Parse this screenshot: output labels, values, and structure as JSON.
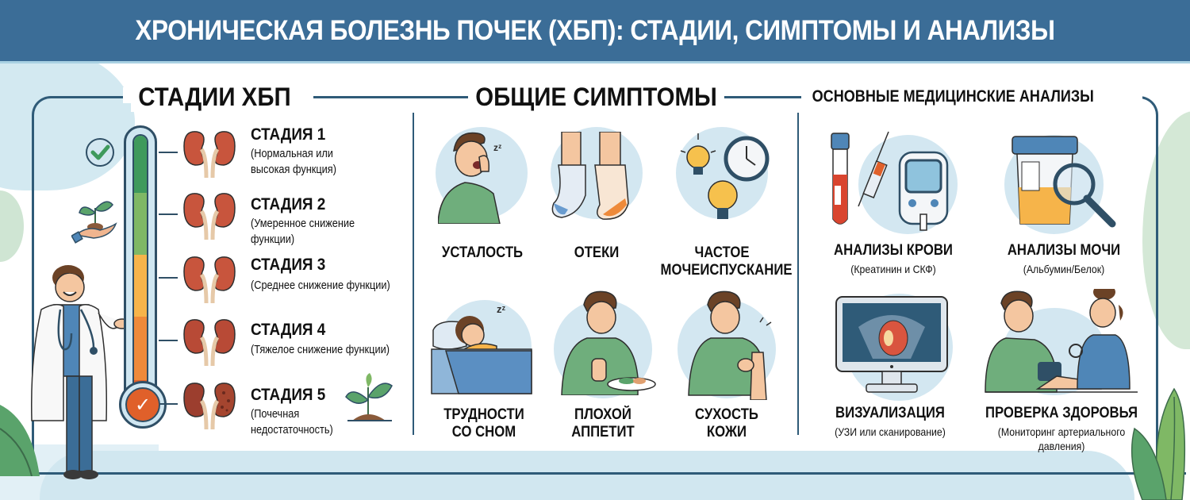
{
  "header": {
    "title": "ХРОНИЧЕСКАЯ БОЛЕЗНЬ ПОЧЕК (ХБП): СТАДИИ, СИМПТОМЫ И АНАЛИЗЫ",
    "background": "#3b6d97"
  },
  "stages": {
    "title": "СТАДИИ ХБП",
    "thermometer_colors": [
      "#3f9a5c",
      "#7fb865",
      "#f6b44a",
      "#ee8a3a",
      "#e0602a"
    ],
    "items": [
      {
        "label": "СТАДИЯ 1",
        "desc_line1": "(Нормальная или",
        "desc_line2": "высокая функция)"
      },
      {
        "label": "СТАДИЯ 2",
        "desc_line1": "(Умеренное снижение",
        "desc_line2": "функции)"
      },
      {
        "label": "СТАДИЯ 3",
        "desc_line1": "(Среднее снижение функции)",
        "desc_line2": ""
      },
      {
        "label": "СТАДИЯ 4",
        "desc_line1": "(Тяжелое снижение функции)",
        "desc_line2": ""
      },
      {
        "label": "СТАДИЯ 5",
        "desc_line1": "(Почечная",
        "desc_line2": "недостаточность)"
      }
    ],
    "side_icons": [
      "checkmark-icon",
      "hand-sprout-icon",
      "doctor-illustration"
    ]
  },
  "symptoms": {
    "title": "ОБЩИЕ СИМПТОМЫ",
    "items": [
      {
        "line1": "УСТАЛОСТЬ",
        "line2": "",
        "icon": "yawning-person-icon"
      },
      {
        "line1": "ОТЕКИ",
        "line2": "",
        "icon": "swollen-feet-icon"
      },
      {
        "line1": "ЧАСТОЕ",
        "line2": "МОЧЕИСПУСКАНИЕ",
        "icon": "lightbulb-clock-icon"
      },
      {
        "line1": "ТРУДНОСТИ",
        "line2": "СО СНОМ",
        "icon": "sleeping-person-icon"
      },
      {
        "line1": "ПЛОХОЙ",
        "line2": "АППЕТИТ",
        "icon": "refusing-food-icon"
      },
      {
        "line1": "СУХОСТЬ",
        "line2": "КОЖИ",
        "icon": "itchy-skin-icon"
      }
    ]
  },
  "tests": {
    "title": "ОСНОВНЫЕ МЕДИЦИНСКИЕ АНАЛИЗЫ",
    "items": [
      {
        "label": "АНАЛИЗЫ КРОВИ",
        "sub1": "(Креатинин и СКФ)",
        "sub2": "",
        "icon": "blood-test-icon"
      },
      {
        "label": "АНАЛИЗЫ МОЧИ",
        "sub1": "(Альбумин/Белок)",
        "sub2": "",
        "icon": "urine-test-icon"
      },
      {
        "label": "ВИЗУАЛИЗАЦИЯ",
        "sub1": "(УЗИ или сканирование)",
        "sub2": "",
        "icon": "ultrasound-monitor-icon"
      },
      {
        "label": "ПРОВЕРКА ЗДОРОВЬЯ",
        "sub1": "(Мониторинг артериального",
        "sub2": "давления)",
        "icon": "blood-pressure-check-icon"
      }
    ]
  },
  "colors": {
    "frame": "#2f5b78",
    "circle_bg": "#d3e7f1",
    "kidney": "#c8553d",
    "shirt_green": "#6fae7c",
    "scrubs_blue": "#4f86b7"
  }
}
